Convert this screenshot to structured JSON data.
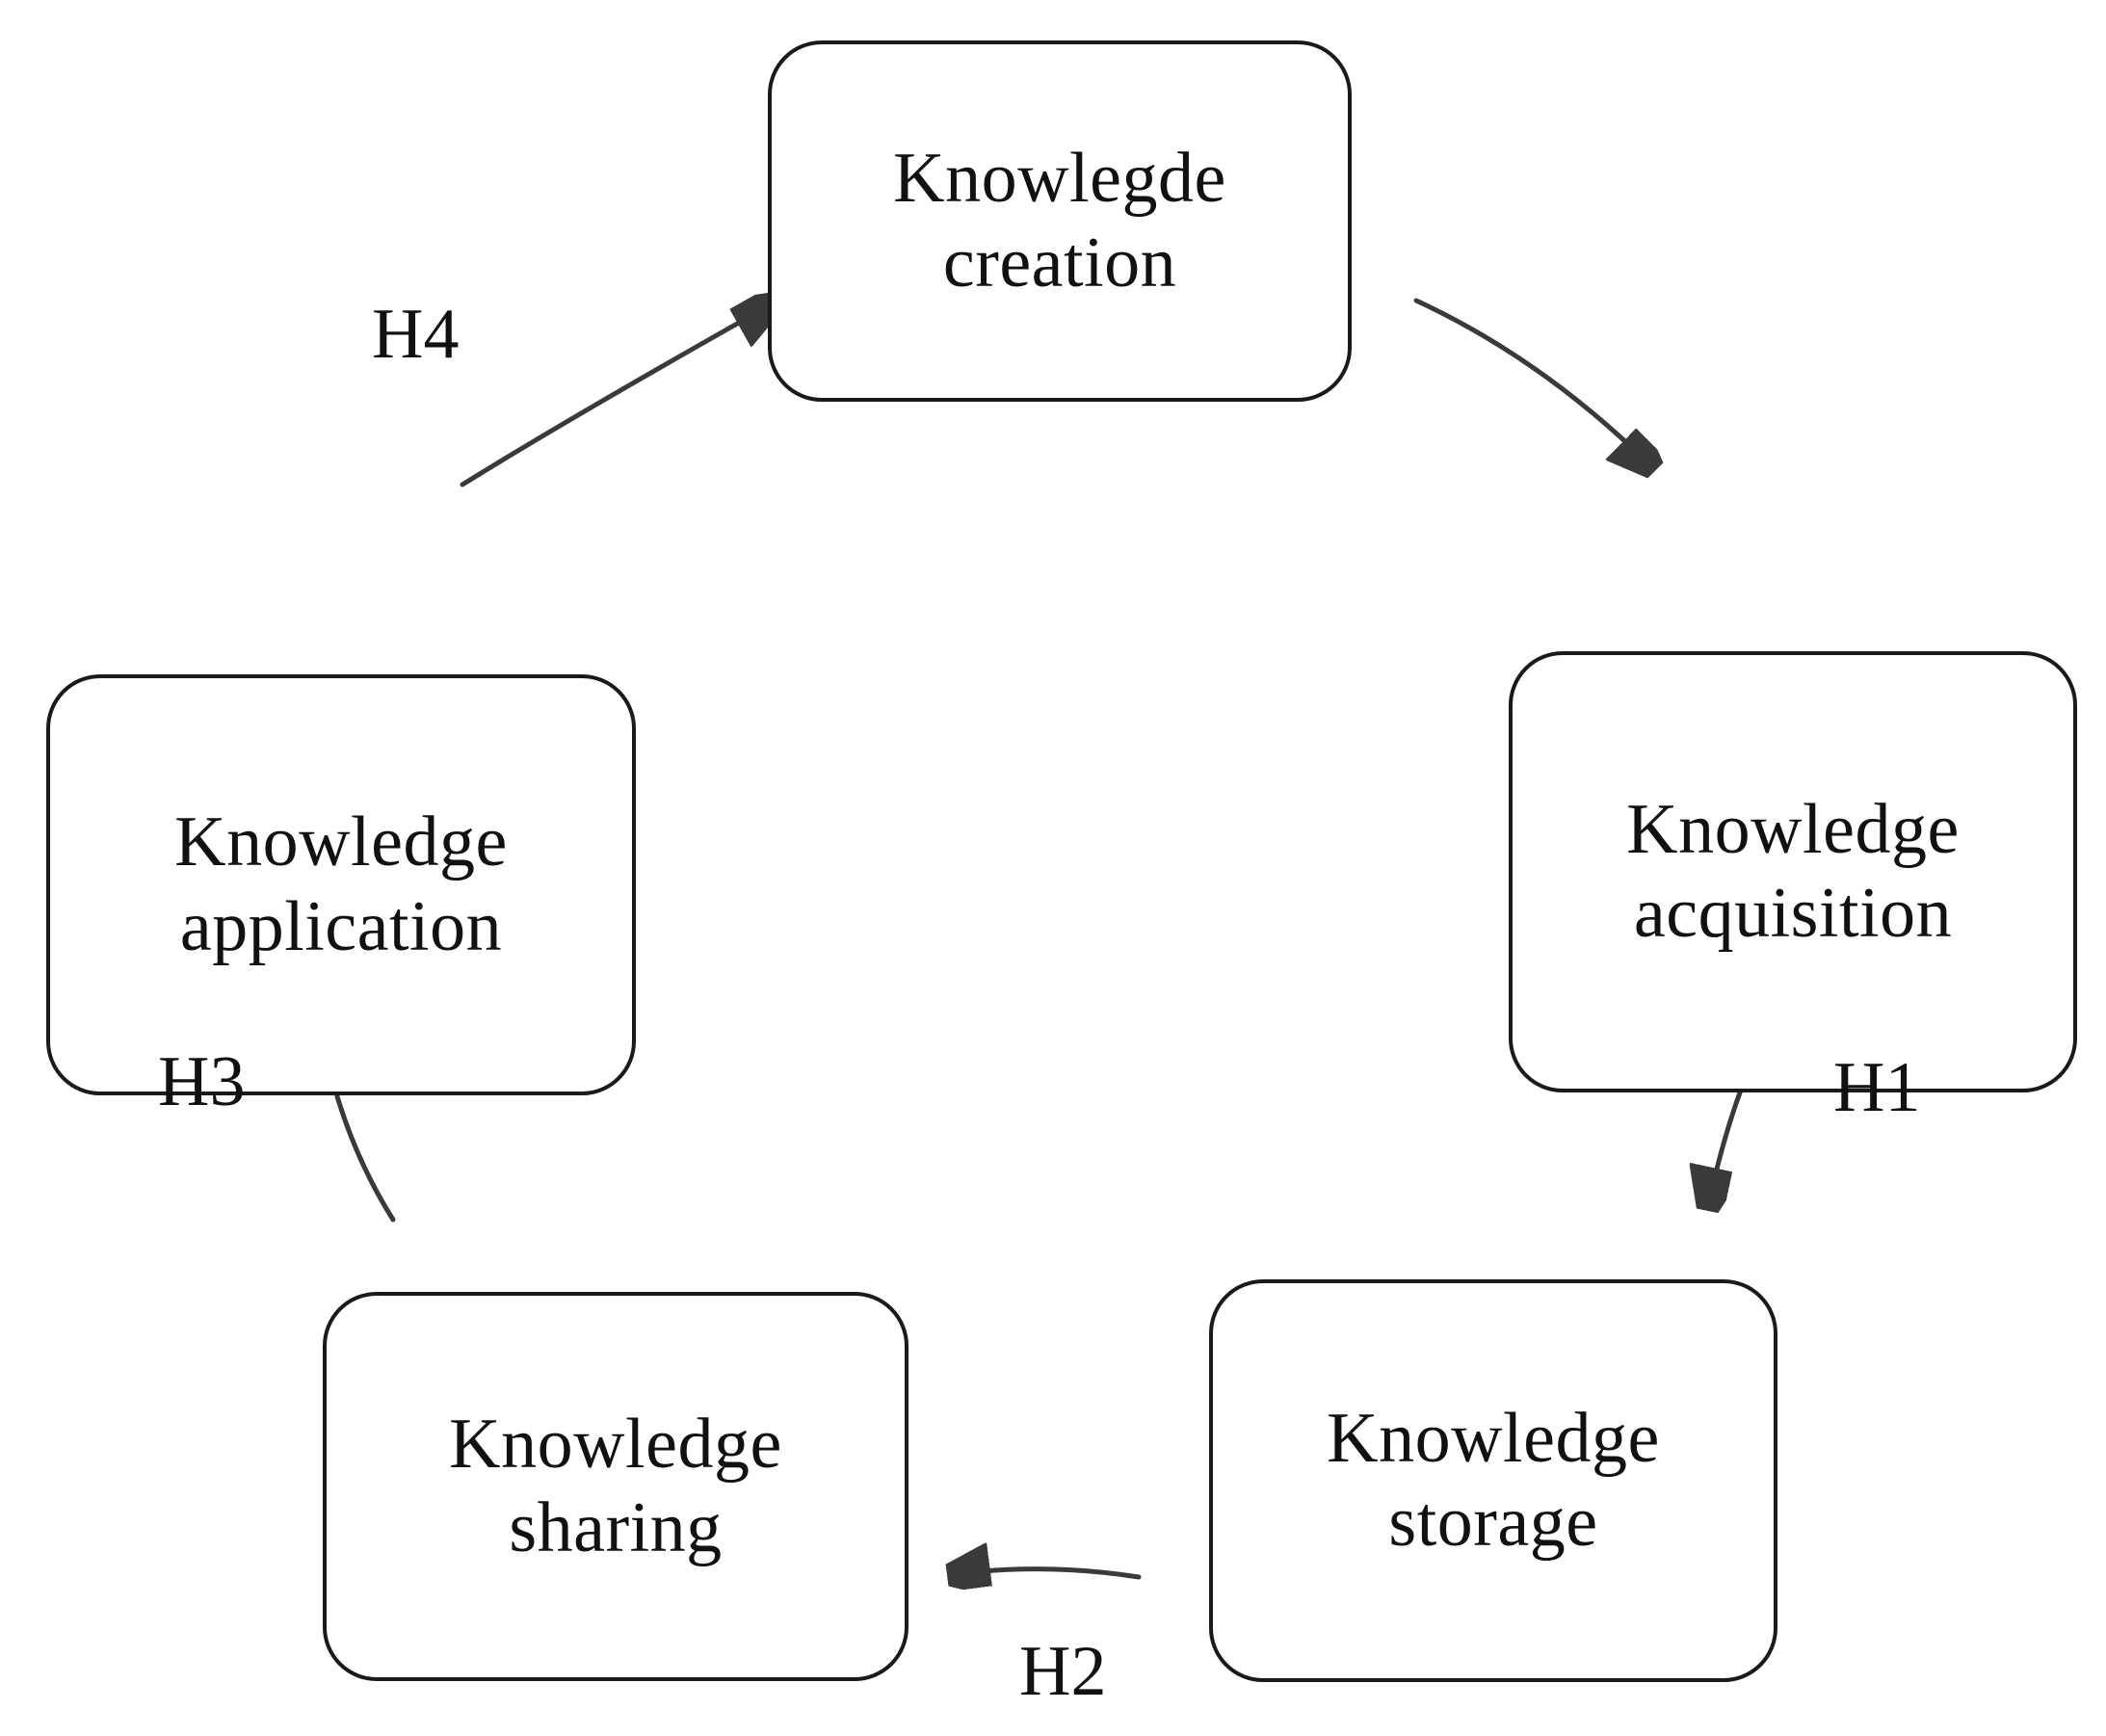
{
  "diagram": {
    "type": "cycle-diagram",
    "background_color": "#ffffff",
    "stroke_color": "#1a1a1a",
    "arrow_color": "#3a3a3a",
    "text_color": "#111111",
    "nodes": [
      {
        "id": "knowledge-creation",
        "label": "Knowlegde\ncreation",
        "line1": "Knowlegde",
        "line2": "creation",
        "position": "top"
      },
      {
        "id": "knowledge-acquisition",
        "label": "Knowledge\nacquisition",
        "line1": "Knowledge",
        "line2": "acquisition",
        "position": "right"
      },
      {
        "id": "knowledge-storage",
        "label": "Knowledge\nstorage",
        "line1": "Knowledge",
        "line2": "storage",
        "position": "bottom-right"
      },
      {
        "id": "knowledge-sharing",
        "label": "Knowledge\nsharing",
        "line1": "Knowledge",
        "line2": "sharing",
        "position": "bottom-left"
      },
      {
        "id": "knowledge-application",
        "label": "Knowledge\napplication",
        "line1": "Knowledge",
        "line2": "application",
        "position": "left"
      }
    ],
    "edges": [
      {
        "id": "edge-h1",
        "label": "H1",
        "from": "knowledge-acquisition",
        "to": "knowledge-storage"
      },
      {
        "id": "edge-h2",
        "label": "H2",
        "from": "knowledge-storage",
        "to": "knowledge-sharing"
      },
      {
        "id": "edge-h3",
        "label": "H3",
        "from": "knowledge-sharing",
        "to": "knowledge-application"
      },
      {
        "id": "edge-h4",
        "label": "H4",
        "from": "knowledge-application",
        "to": "knowledge-creation"
      },
      {
        "id": "edge-creation-to-acquisition",
        "label": "",
        "from": "knowledge-creation",
        "to": "knowledge-acquisition"
      }
    ]
  }
}
